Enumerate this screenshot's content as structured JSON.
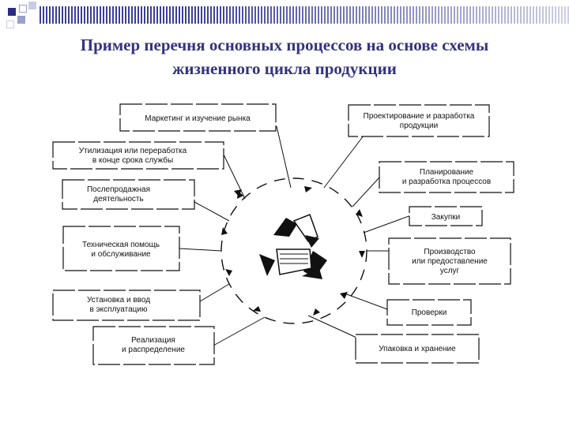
{
  "title_line1": "Пример перечня основных процессов на основе схемы",
  "title_line2": "жизненного цикла продукции",
  "colors": {
    "title": "#333380",
    "band": "#3a3f96",
    "line": "#111111"
  },
  "center_icon": "recycle-icon",
  "boxes": [
    {
      "id": "marketing",
      "lines": [
        "Маркетинг и изучение рынка"
      ]
    },
    {
      "id": "design",
      "lines": [
        "Проектирование и разработка",
        "продукции"
      ]
    },
    {
      "id": "planning",
      "lines": [
        "Планирование",
        "и разработка процессов"
      ]
    },
    {
      "id": "purchasing",
      "lines": [
        "Закупки"
      ]
    },
    {
      "id": "production",
      "lines": [
        "Производство",
        "или предоставление",
        "услуг"
      ]
    },
    {
      "id": "verification",
      "lines": [
        "Проверки"
      ]
    },
    {
      "id": "packaging",
      "lines": [
        "Упаковка и хранение"
      ]
    },
    {
      "id": "sales",
      "lines": [
        "Реализация",
        "и распределение"
      ]
    },
    {
      "id": "installation",
      "lines": [
        "Установка и ввод",
        "в эксплуатацию"
      ]
    },
    {
      "id": "support",
      "lines": [
        "Техническая помощь",
        "и обслуживание"
      ]
    },
    {
      "id": "aftersales",
      "lines": [
        "Послепродажная",
        "деятельность"
      ]
    },
    {
      "id": "disposal",
      "lines": [
        "Утилизация или переработка",
        "в конце срока службы"
      ]
    }
  ]
}
